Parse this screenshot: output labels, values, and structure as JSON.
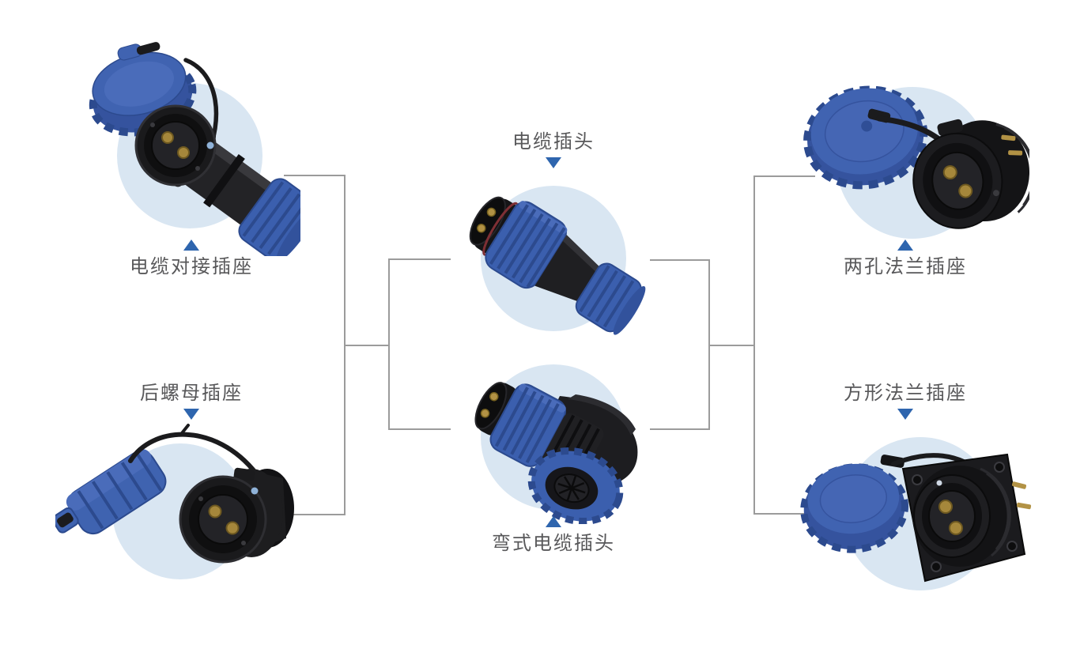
{
  "colors": {
    "accent_blue": "#3b5fae",
    "accent_blue_dark": "#2c4a8e",
    "light_circle": "#d9e6f2",
    "label_text": "#58585a",
    "arrow_blue": "#2e65ae",
    "connector_line": "#9b9b9b",
    "gold_pin": "#a5873b",
    "body_black": "#1b1b1d"
  },
  "products": [
    {
      "id": "cable-docking-socket",
      "label": "电缆对接插座",
      "arrow_direction": "up"
    },
    {
      "id": "rear-nut-socket",
      "label": "后螺母插座",
      "arrow_direction": "down"
    },
    {
      "id": "cable-plug",
      "label": "电缆插头",
      "arrow_direction": "down"
    },
    {
      "id": "elbow-cable-plug",
      "label": "弯式电缆插头",
      "arrow_direction": "up"
    },
    {
      "id": "two-hole-flange-socket",
      "label": "两孔法兰插座",
      "arrow_direction": "up"
    },
    {
      "id": "square-flange-socket",
      "label": "方形法兰插座",
      "arrow_direction": "down"
    }
  ]
}
